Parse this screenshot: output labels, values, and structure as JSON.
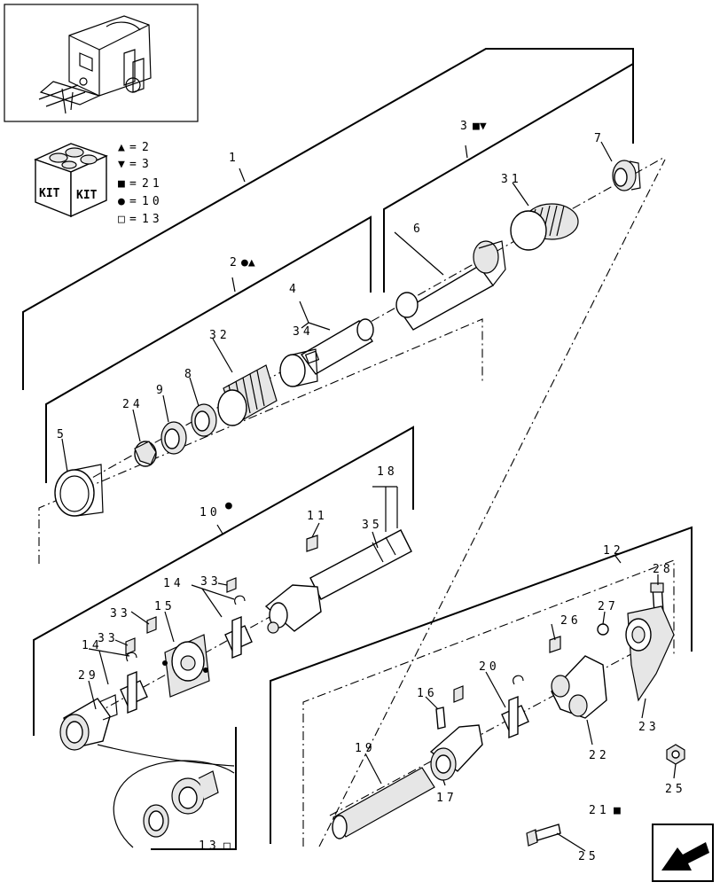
{
  "legend": {
    "kit_label_1": "KIT",
    "kit_label_2": "KIT",
    "rows": [
      {
        "symbol": "▲",
        "value": "2"
      },
      {
        "symbol": "▼",
        "value": "3"
      },
      {
        "symbol": "■",
        "value": "21"
      },
      {
        "symbol": "●",
        "value": "10"
      },
      {
        "symbol": "□",
        "value": "13"
      }
    ]
  },
  "callouts": {
    "c1": "1",
    "c2": "2",
    "c3": "3",
    "c4": "4",
    "c5": "5",
    "c6": "6",
    "c7": "7",
    "c8": "8",
    "c9": "9",
    "c10": "10",
    "c11": "11",
    "c12": "12",
    "c13": "13",
    "c14a": "14",
    "c14b": "14",
    "c15": "15",
    "c16": "16",
    "c17": "17",
    "c18": "18",
    "c19": "19",
    "c20": "20",
    "c21": "21",
    "c22": "22",
    "c23": "23",
    "c24": "24",
    "c25a": "25",
    "c25b": "25",
    "c26": "26",
    "c27": "27",
    "c28": "28",
    "c29": "29",
    "c31": "31",
    "c32": "32",
    "c33a": "33",
    "c33b": "33",
    "c33c": "33",
    "c34": "34",
    "c35": "35"
  },
  "callout_symbols": {
    "c2": "●▲",
    "c3": "■▼",
    "c10": "●",
    "c13": "□",
    "c21": "■"
  },
  "icons": {
    "overview": "machine-overview-icon",
    "kit": "kit-box-icon",
    "nav": "next-page-arrow-icon"
  }
}
